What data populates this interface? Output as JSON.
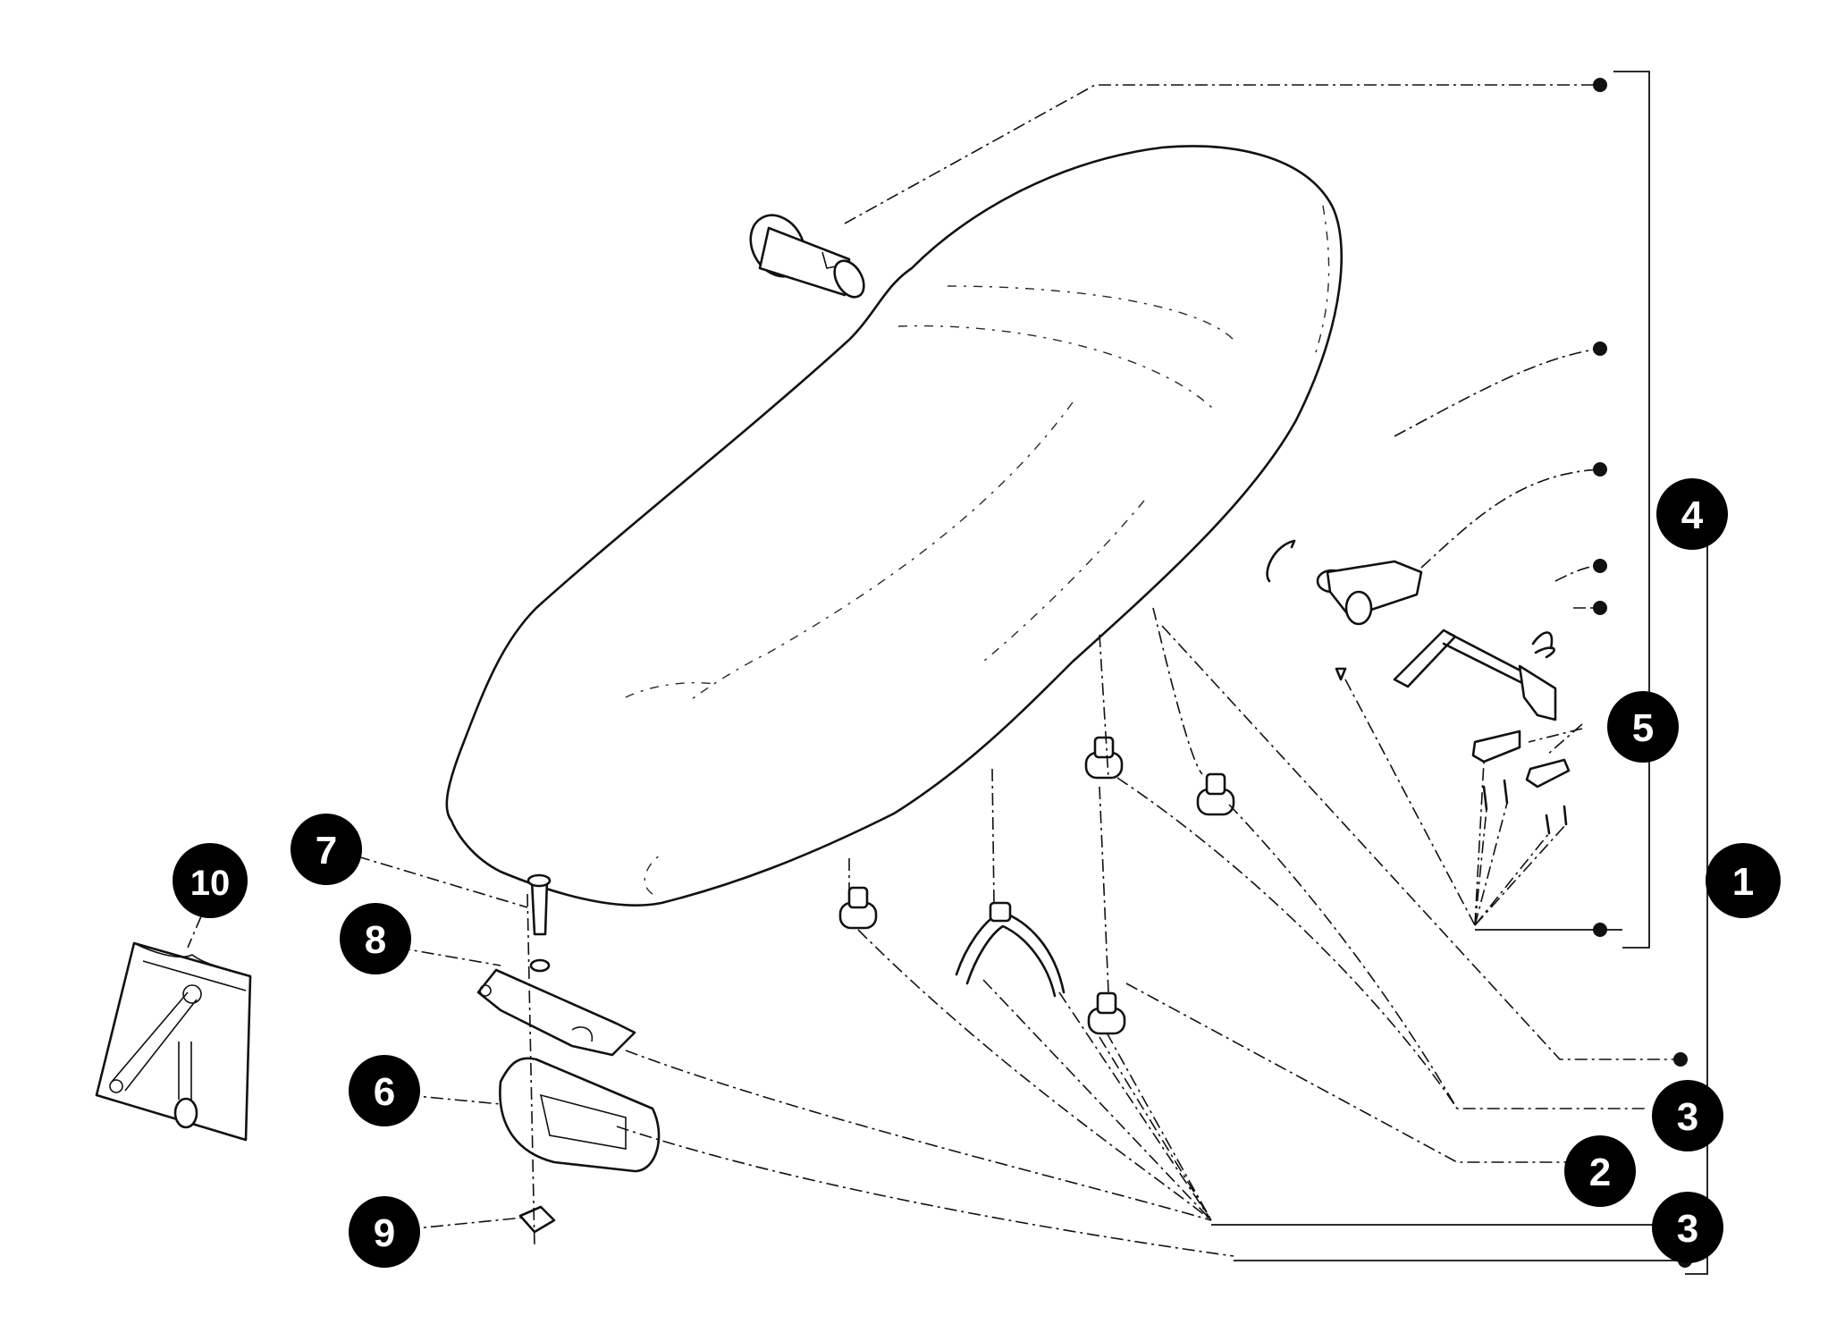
{
  "callouts": [
    {
      "id": "1",
      "label": "1"
    },
    {
      "id": "2",
      "label": "2"
    },
    {
      "id": "3a",
      "label": "3"
    },
    {
      "id": "3b",
      "label": "3"
    },
    {
      "id": "4",
      "label": "4"
    },
    {
      "id": "5",
      "label": "5"
    },
    {
      "id": "6",
      "label": "6"
    },
    {
      "id": "7",
      "label": "7"
    },
    {
      "id": "8",
      "label": "8"
    },
    {
      "id": "9",
      "label": "9"
    },
    {
      "id": "10",
      "label": "10"
    }
  ]
}
